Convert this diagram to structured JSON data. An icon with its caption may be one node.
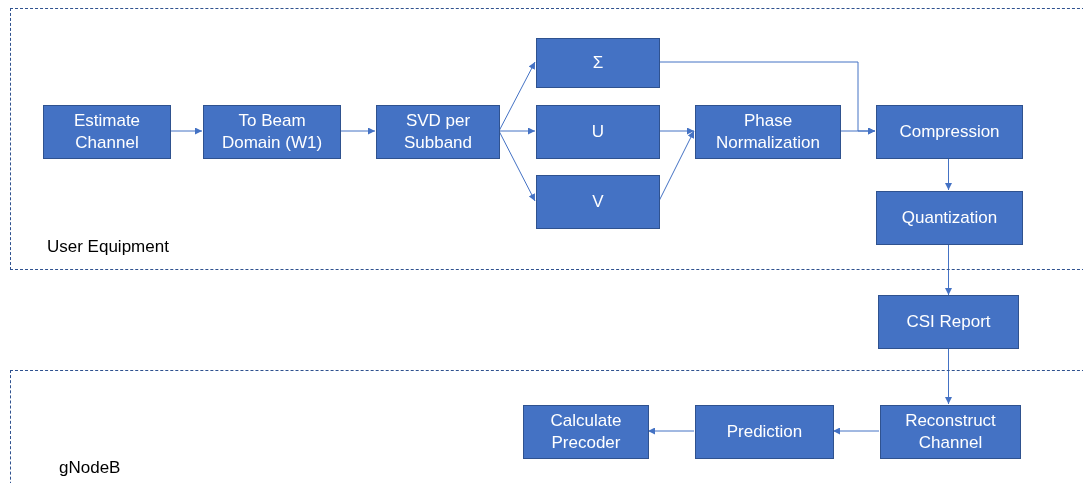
{
  "diagram": {
    "nodes": [
      {
        "text": [
          "User Equipment"
        ]
      },
      {
        "text": [
          "gNodeB"
        ]
      },
      {
        "text": [
          "Estimate Channel"
        ],
        "in": 0
      },
      {
        "text": [
          "To Beam Domain (W1)"
        ],
        "in": 0
      },
      {
        "text": [
          "SVD per Subband"
        ],
        "in": 0
      },
      {
        "text": [
          "Σ"
        ],
        "in": 0
      },
      {
        "text": [
          "U"
        ],
        "in": 0
      },
      {
        "text": [
          "V"
        ],
        "in": 0
      },
      {
        "text": [
          "Phase Normalization"
        ],
        "in": 0
      },
      {
        "text": [
          "Compression"
        ],
        "in": 0
      },
      {
        "text": [
          "Quantization"
        ],
        "in": 0
      },
      {
        "text": [
          "CSI Report"
        ]
      },
      {
        "text": [
          "Reconstruct Channel"
        ],
        "in": 1
      },
      {
        "text": [
          "Prediction"
        ],
        "in": 1
      },
      {
        "text": [
          "Calculate Precoder"
        ],
        "in": 1
      }
    ],
    "edges": [
      {
        "from": 2,
        "to": 3,
        "arrow": "to"
      },
      {
        "from": 3,
        "to": 4,
        "arrow": "to"
      },
      {
        "from": 4,
        "to": 5,
        "arrow": "to"
      },
      {
        "from": 4,
        "to": 6,
        "arrow": "to"
      },
      {
        "from": 4,
        "to": 7,
        "arrow": "to"
      },
      {
        "from": 6,
        "to": 8,
        "arrow": "to"
      },
      {
        "from": 7,
        "to": 8,
        "arrow": "to"
      },
      {
        "from": 5,
        "to": 9,
        "arrow": "to"
      },
      {
        "from": 8,
        "to": 9,
        "arrow": "to"
      },
      {
        "from": 9,
        "to": 10,
        "arrow": "to"
      },
      {
        "from": 10,
        "to": 11,
        "arrow": "to"
      },
      {
        "from": 11,
        "to": 12,
        "arrow": "to"
      },
      {
        "from": 12,
        "to": 13,
        "arrow": "to"
      },
      {
        "from": 13,
        "to": 14,
        "arrow": "to"
      }
    ]
  }
}
